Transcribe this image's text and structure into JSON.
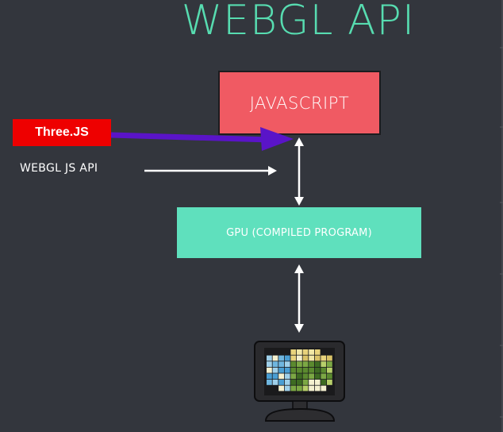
{
  "diagram": {
    "title": "WEBGL API",
    "javascript_label": "JAVASCRIPT",
    "gpu_label": "GPU (COMPILED PROGRAM)",
    "threejs_label": "Three.JS",
    "webgl_js_api_label": "WEBGL JS API"
  },
  "colors": {
    "background": "#33363d",
    "title": "#57dcb0",
    "javascript_box": "#f05a63",
    "gpu_box": "#5fe0bd",
    "threejs_tag": "#ee0000",
    "threejs_arrow": "#5a14c8",
    "arrows": "#ffffff"
  },
  "icons": {
    "monitor": "monitor-icon"
  }
}
